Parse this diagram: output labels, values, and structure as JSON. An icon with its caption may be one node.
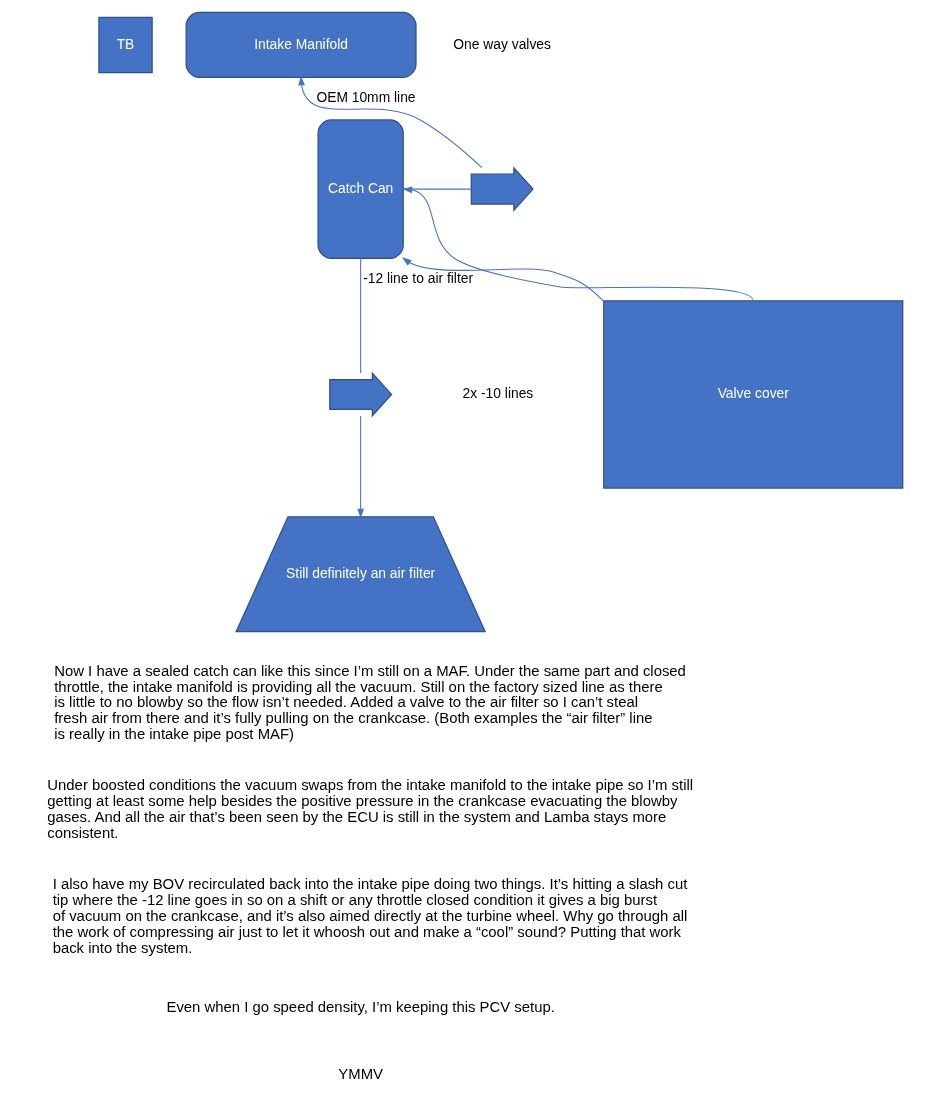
{
  "diagram": {
    "nodes": [
      {
        "text": [
          "TB"
        ]
      },
      {
        "text": [
          "Intake Manifold"
        ]
      },
      {
        "text": [
          "Catch Can"
        ]
      },
      {
        "text": [],
        "shape": "arrow"
      },
      {
        "text": [
          "Valve cover"
        ]
      },
      {
        "text": [],
        "shape": "arrow"
      },
      {
        "text": [
          "Still definitely an air filter"
        ]
      }
    ],
    "edges": [
      {
        "from": 2,
        "to": 3,
        "arrow": "none"
      },
      {
        "from": 3,
        "to": 1,
        "arrow": "to",
        "label": "OEM 10mm line"
      },
      {
        "from": 4,
        "to": 2,
        "arrow": "to"
      },
      {
        "from": 4,
        "to": 2,
        "arrow": "to"
      },
      {
        "from": 2,
        "to": 5,
        "arrow": "none",
        "label": "-12 line to air filter"
      },
      {
        "from": 5,
        "to": 6,
        "arrow": "to"
      }
    ],
    "labels": [
      "One way valves",
      "2x -10 lines",
      "Now I have a sealed catch can like this since I’m still on a MAF. Under the same part and closed throttle, the intake manifold is providing all the vacuum. Still on the factory sized line as there is little to no blowby so the flow isn’t needed. Added a valve to the air filter so I can’t steal fresh air from there and it’s fully pulling on the crankcase. (Both examples the “air filter” line is really in the intake pipe post MAF)",
      "Under boosted conditions the vacuum swaps from the intake manifold to the intake pipe so I’m still getting at least some help besides the positive pressure in the crankcase evacuating the blowby gases. And all the air that’s been seen by the ECU is still in the system and Lamba stays more consistent.",
      "I also have my BOV recirculated back into the intake pipe doing two things. It’s hitting a slash cut tip where the -12 line goes in so on a shift or any throttle closed condition it gives a big burst of vacuum on the crankcase, and it’s also aimed directly at the turbine wheel. Why go through all the work of compressing air just to let it whoosh out and make a “cool” sound? Putting that work back into the system.",
      "Even when I go speed density, I’m keeping this PCV setup.",
      "YMMV"
    ]
  }
}
